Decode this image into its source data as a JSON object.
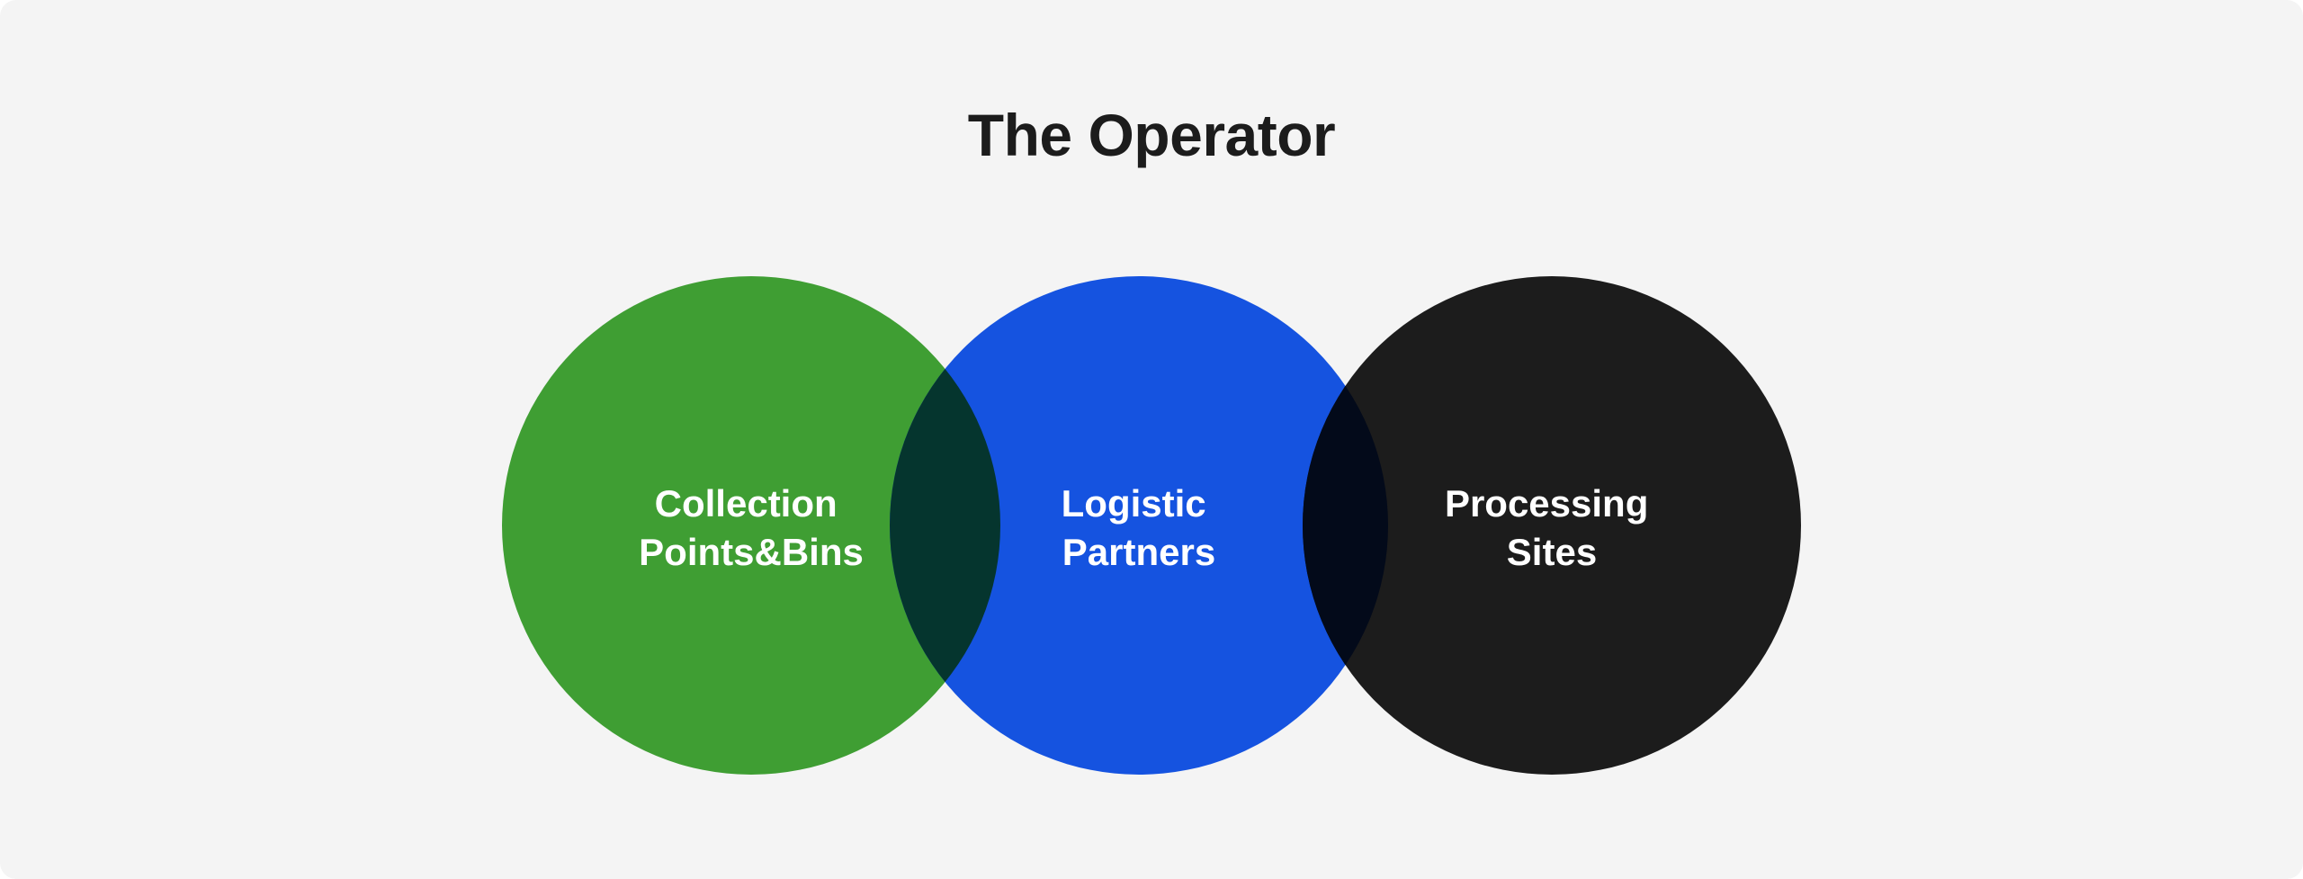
{
  "title": "The Operator",
  "diagram": {
    "type": "venn-chain",
    "sets": [
      {
        "id": "collection",
        "lines": [
          "Collection",
          "Points&Bins"
        ],
        "color": "#3f9e33"
      },
      {
        "id": "logistic",
        "lines": [
          "Logistic",
          "Partners"
        ],
        "color": "#1553e0"
      },
      {
        "id": "processing",
        "lines": [
          "Processing",
          "Sites"
        ],
        "color": "#1c1c1c"
      }
    ],
    "overlaps": [
      {
        "between": [
          "collection",
          "logistic"
        ],
        "color": "#05352e"
      },
      {
        "between": [
          "logistic",
          "processing"
        ],
        "color": "#030a1a"
      }
    ],
    "background": "#f4f4f4",
    "text_color": "#ffffff"
  }
}
